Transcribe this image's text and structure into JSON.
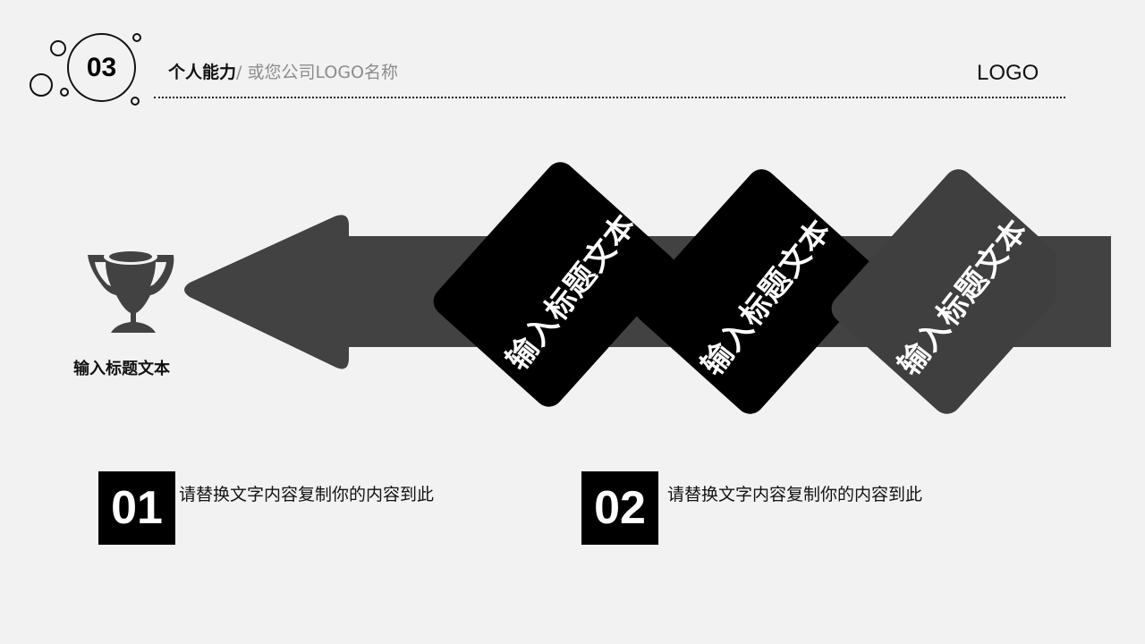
{
  "header": {
    "section_number": "03",
    "title_main": "个人能力",
    "title_sub": "/ 或您公司LOGO名称",
    "logo": "LOGO"
  },
  "diagram": {
    "trophy_label": "输入标题文本",
    "cards": [
      {
        "label": "输入标题文本",
        "color": "#000000"
      },
      {
        "label": "输入标题文本",
        "color": "#000000"
      },
      {
        "label": "输入标题文本",
        "color": "#3f3f3f"
      }
    ],
    "arrow_color": "#424242"
  },
  "items": [
    {
      "number": "01",
      "text": "请替换文字内容复制你的内容到此"
    },
    {
      "number": "02",
      "text": "请替换文字内容复制你的内容到此"
    }
  ]
}
